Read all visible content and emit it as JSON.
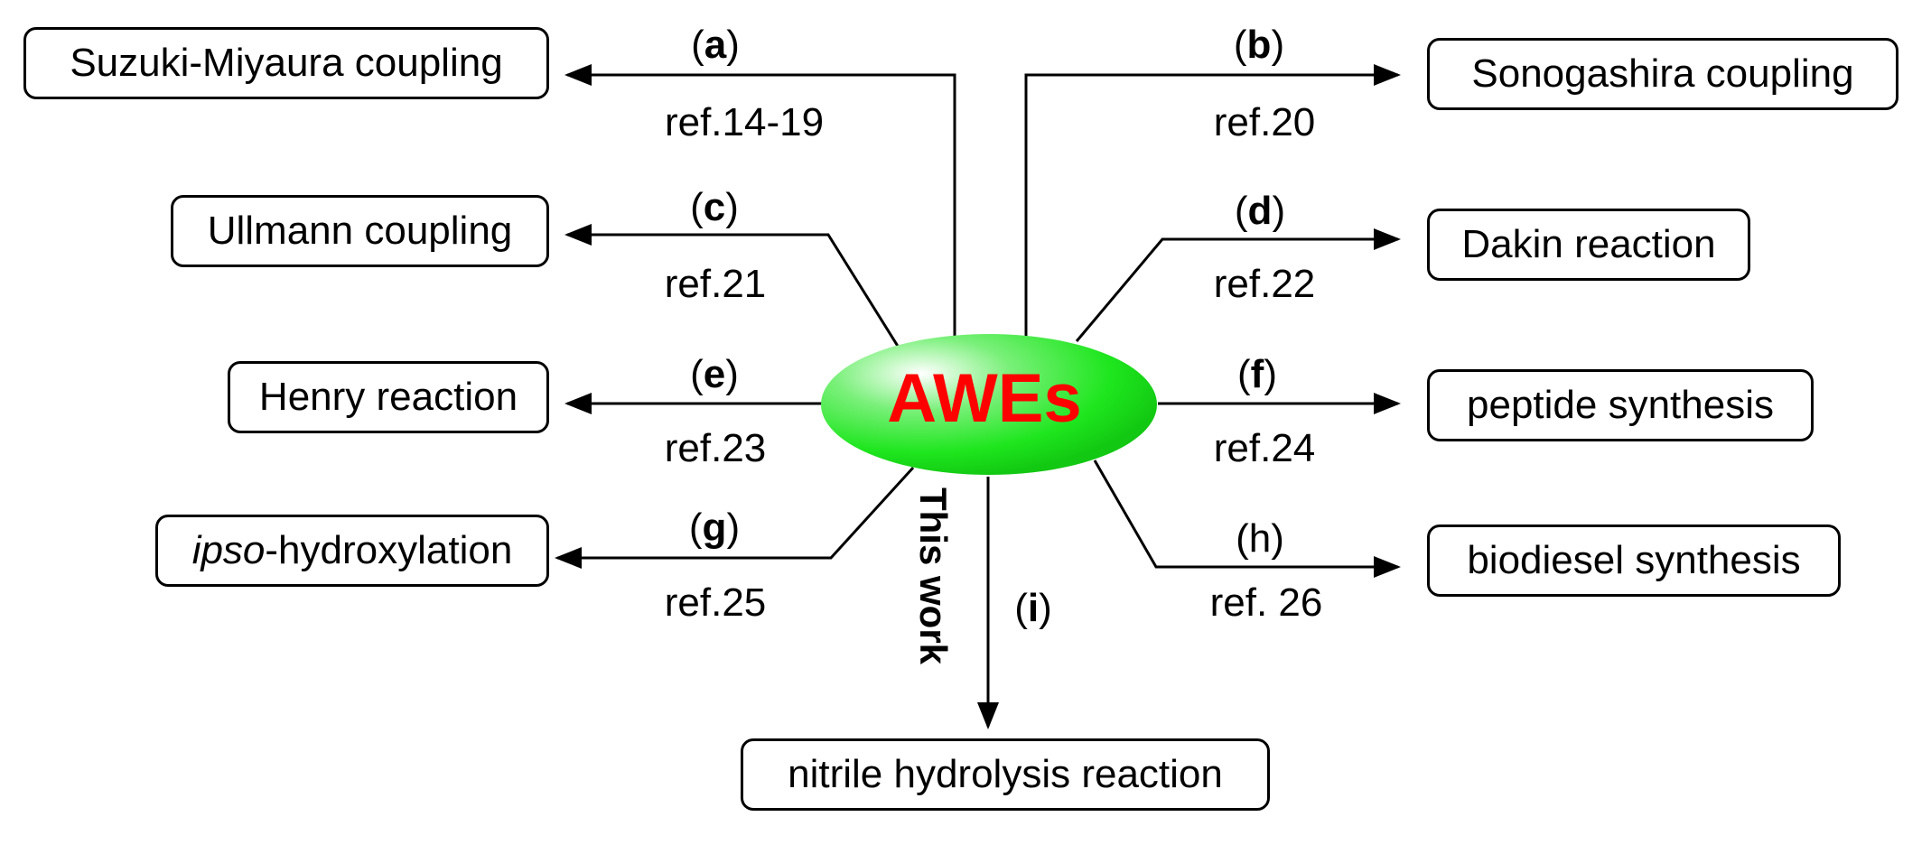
{
  "center": {
    "label": "AWEs",
    "fill": "#1ee61e",
    "text_color": "#ff0000"
  },
  "this_work": "This work",
  "branches": [
    {
      "id": "a",
      "letter": "a",
      "ref": "ref.14-19",
      "target": "Suzuki-Miyaura coupling"
    },
    {
      "id": "b",
      "letter": "b",
      "ref": "ref.20",
      "target": "Sonogashira coupling"
    },
    {
      "id": "c",
      "letter": "c",
      "ref": "ref.21",
      "target": "Ullmann coupling"
    },
    {
      "id": "d",
      "letter": "d",
      "ref": "ref.22",
      "target": "Dakin reaction"
    },
    {
      "id": "e",
      "letter": "e",
      "ref": "ref.23",
      "target": "Henry reaction"
    },
    {
      "id": "f",
      "letter": "f",
      "ref": "ref.24",
      "target": "peptide synthesis"
    },
    {
      "id": "g",
      "letter": "g",
      "ref": "ref.25",
      "target_italic": "ipso",
      "target_rest": "-hydroxylation"
    },
    {
      "id": "h",
      "letter": "h",
      "ref": "ref. 26",
      "target": "biodiesel synthesis"
    },
    {
      "id": "i",
      "letter": "i",
      "target": "nitrile hydrolysis reaction"
    }
  ]
}
